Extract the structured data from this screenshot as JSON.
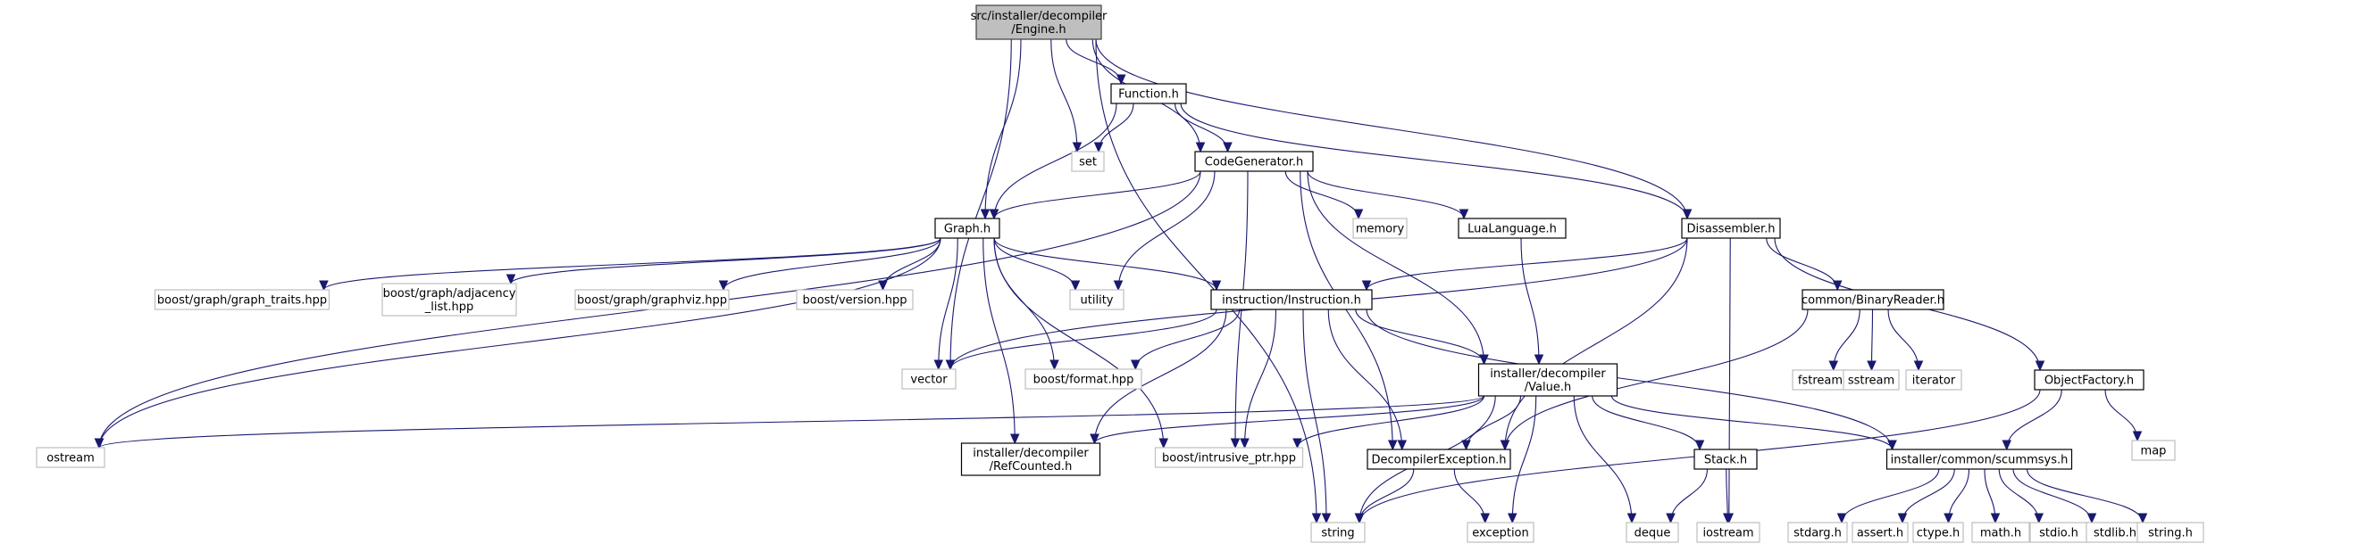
{
  "title": "Include dependency graph for Engine.h",
  "colors": {
    "edge": "#191970",
    "root_fill": "#bfbfbf",
    "internal_border": "#000000",
    "external_border": "#bfbfbf"
  },
  "nodes": [
    {
      "id": "engine",
      "label": [
        "src/installer/decompiler",
        "/Engine.h"
      ],
      "kind": "root"
    },
    {
      "id": "function",
      "label": [
        "Function.h"
      ],
      "kind": "internal"
    },
    {
      "id": "set",
      "label": [
        "set"
      ],
      "kind": "external"
    },
    {
      "id": "codegen",
      "label": [
        "CodeGenerator.h"
      ],
      "kind": "internal"
    },
    {
      "id": "graph",
      "label": [
        "Graph.h"
      ],
      "kind": "internal"
    },
    {
      "id": "memory",
      "label": [
        "memory"
      ],
      "kind": "external"
    },
    {
      "id": "lualang",
      "label": [
        "LuaLanguage.h"
      ],
      "kind": "internal"
    },
    {
      "id": "disasm",
      "label": [
        "Disassembler.h"
      ],
      "kind": "internal"
    },
    {
      "id": "graph_traits",
      "label": [
        "boost/graph/graph_traits.hpp"
      ],
      "kind": "external"
    },
    {
      "id": "adjacency",
      "label": [
        "boost/graph/adjacency",
        "_list.hpp"
      ],
      "kind": "external"
    },
    {
      "id": "graphviz",
      "label": [
        "boost/graph/graphviz.hpp"
      ],
      "kind": "external"
    },
    {
      "id": "version",
      "label": [
        "boost/version.hpp"
      ],
      "kind": "external"
    },
    {
      "id": "utility",
      "label": [
        "utility"
      ],
      "kind": "external"
    },
    {
      "id": "instruction",
      "label": [
        "instruction/Instruction.h"
      ],
      "kind": "internal"
    },
    {
      "id": "binreader",
      "label": [
        "common/BinaryReader.h"
      ],
      "kind": "internal"
    },
    {
      "id": "vector",
      "label": [
        "vector"
      ],
      "kind": "external"
    },
    {
      "id": "format",
      "label": [
        "boost/format.hpp"
      ],
      "kind": "external"
    },
    {
      "id": "value",
      "label": [
        "installer/decompiler",
        "/Value.h"
      ],
      "kind": "internal"
    },
    {
      "id": "fstream",
      "label": [
        "fstream"
      ],
      "kind": "external"
    },
    {
      "id": "sstream",
      "label": [
        "sstream"
      ],
      "kind": "external"
    },
    {
      "id": "iterator",
      "label": [
        "iterator"
      ],
      "kind": "external"
    },
    {
      "id": "objfactory",
      "label": [
        "ObjectFactory.h"
      ],
      "kind": "internal"
    },
    {
      "id": "map",
      "label": [
        "map"
      ],
      "kind": "external"
    },
    {
      "id": "ostream",
      "label": [
        "ostream"
      ],
      "kind": "external"
    },
    {
      "id": "refcounted",
      "label": [
        "installer/decompiler",
        "/RefCounted.h"
      ],
      "kind": "internal"
    },
    {
      "id": "intrusive",
      "label": [
        "boost/intrusive_ptr.hpp"
      ],
      "kind": "external"
    },
    {
      "id": "decompexc",
      "label": [
        "DecompilerException.h"
      ],
      "kind": "internal"
    },
    {
      "id": "stack",
      "label": [
        "Stack.h"
      ],
      "kind": "internal"
    },
    {
      "id": "scummsys",
      "label": [
        "installer/common/scummsys.h"
      ],
      "kind": "internal"
    },
    {
      "id": "string",
      "label": [
        "string"
      ],
      "kind": "external"
    },
    {
      "id": "exception",
      "label": [
        "exception"
      ],
      "kind": "external"
    },
    {
      "id": "deque",
      "label": [
        "deque"
      ],
      "kind": "external"
    },
    {
      "id": "iostream",
      "label": [
        "iostream"
      ],
      "kind": "external"
    },
    {
      "id": "stdarg",
      "label": [
        "stdarg.h"
      ],
      "kind": "external"
    },
    {
      "id": "assert",
      "label": [
        "assert.h"
      ],
      "kind": "external"
    },
    {
      "id": "ctype",
      "label": [
        "ctype.h"
      ],
      "kind": "external"
    },
    {
      "id": "math",
      "label": [
        "math.h"
      ],
      "kind": "external"
    },
    {
      "id": "stdio",
      "label": [
        "stdio.h"
      ],
      "kind": "external"
    },
    {
      "id": "stdlib",
      "label": [
        "stdlib.h"
      ],
      "kind": "external"
    },
    {
      "id": "stringh",
      "label": [
        "string.h"
      ],
      "kind": "external"
    }
  ],
  "edges": [
    [
      "engine",
      "function"
    ],
    [
      "engine",
      "set"
    ],
    [
      "engine",
      "codegen"
    ],
    [
      "engine",
      "graph"
    ],
    [
      "engine",
      "disasm"
    ],
    [
      "engine",
      "vector"
    ],
    [
      "engine",
      "string"
    ],
    [
      "function",
      "set"
    ],
    [
      "function",
      "codegen"
    ],
    [
      "function",
      "graph"
    ],
    [
      "function",
      "disasm"
    ],
    [
      "codegen",
      "graph"
    ],
    [
      "codegen",
      "memory"
    ],
    [
      "codegen",
      "lualang"
    ],
    [
      "codegen",
      "utility"
    ],
    [
      "codegen",
      "value"
    ],
    [
      "codegen",
      "ostream"
    ],
    [
      "codegen",
      "decompexc"
    ],
    [
      "codegen",
      "intrusive"
    ],
    [
      "graph",
      "graph_traits"
    ],
    [
      "graph",
      "adjacency"
    ],
    [
      "graph",
      "graphviz"
    ],
    [
      "graph",
      "version"
    ],
    [
      "graph",
      "utility"
    ],
    [
      "graph",
      "instruction"
    ],
    [
      "graph",
      "vector"
    ],
    [
      "graph",
      "format"
    ],
    [
      "graph",
      "ostream"
    ],
    [
      "graph",
      "refcounted"
    ],
    [
      "graph",
      "intrusive"
    ],
    [
      "lualang",
      "value"
    ],
    [
      "disasm",
      "instruction"
    ],
    [
      "disasm",
      "binreader"
    ],
    [
      "disasm",
      "objfactory"
    ],
    [
      "disasm",
      "vector"
    ],
    [
      "disasm",
      "decompexc"
    ],
    [
      "disasm",
      "iostream"
    ],
    [
      "instruction",
      "vector"
    ],
    [
      "instruction",
      "format"
    ],
    [
      "instruction",
      "value"
    ],
    [
      "instruction",
      "refcounted"
    ],
    [
      "instruction",
      "intrusive"
    ],
    [
      "instruction",
      "decompexc"
    ],
    [
      "instruction",
      "scummsys"
    ],
    [
      "instruction",
      "string"
    ],
    [
      "binreader",
      "fstream"
    ],
    [
      "binreader",
      "sstream"
    ],
    [
      "binreader",
      "iterator"
    ],
    [
      "binreader",
      "decompexc"
    ],
    [
      "value",
      "ostream"
    ],
    [
      "value",
      "refcounted"
    ],
    [
      "value",
      "intrusive"
    ],
    [
      "value",
      "decompexc"
    ],
    [
      "value",
      "stack"
    ],
    [
      "value",
      "scummsys"
    ],
    [
      "value",
      "string"
    ],
    [
      "value",
      "exception"
    ],
    [
      "value",
      "deque"
    ],
    [
      "objfactory",
      "map"
    ],
    [
      "objfactory",
      "scummsys"
    ],
    [
      "objfactory",
      "string"
    ],
    [
      "decompexc",
      "string"
    ],
    [
      "decompexc",
      "exception"
    ],
    [
      "stack",
      "deque"
    ],
    [
      "stack",
      "iostream"
    ],
    [
      "scummsys",
      "stdarg"
    ],
    [
      "scummsys",
      "assert"
    ],
    [
      "scummsys",
      "ctype"
    ],
    [
      "scummsys",
      "math"
    ],
    [
      "scummsys",
      "stdio"
    ],
    [
      "scummsys",
      "stdlib"
    ],
    [
      "scummsys",
      "stringh"
    ]
  ]
}
